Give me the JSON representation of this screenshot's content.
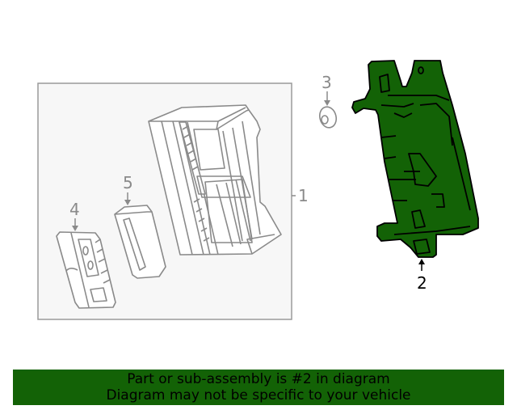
{
  "diagram": {
    "callouts": [
      {
        "number": "1",
        "color": "#8a8a8a"
      },
      {
        "number": "2",
        "color": "#000000"
      },
      {
        "number": "3",
        "color": "#8a8a8a"
      },
      {
        "number": "4",
        "color": "#8a8a8a"
      },
      {
        "number": "5",
        "color": "#8a8a8a"
      }
    ],
    "highlight_part": "2",
    "colors": {
      "highlight_fill": "#136206",
      "outline_grey": "#8a8a8a",
      "assembly_box_fill": "#f7f7f7",
      "banner_bg": "#136206"
    }
  },
  "banner": {
    "line1": "Part or sub-assembly is #2 in diagram",
    "line2": "Diagram may not be specific to your vehicle"
  }
}
